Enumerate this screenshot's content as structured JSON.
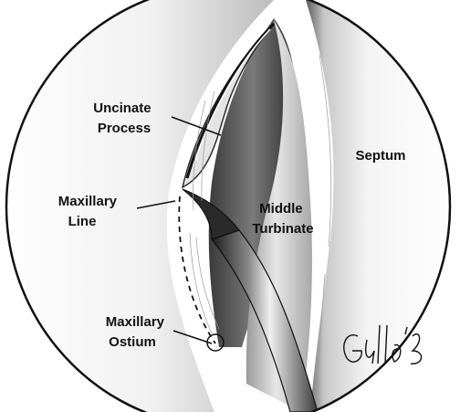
{
  "labels": {
    "uncinate_process": [
      "Uncinate",
      "Process"
    ],
    "septum": [
      "Septum"
    ],
    "maxillary_line": [
      "Maxillary",
      "Line"
    ],
    "middle_turbinate": [
      "Middle",
      "Turbinate"
    ],
    "maxillary_ostium": [
      "Maxillary",
      "Ostium"
    ]
  },
  "signature": "Galle '03"
}
